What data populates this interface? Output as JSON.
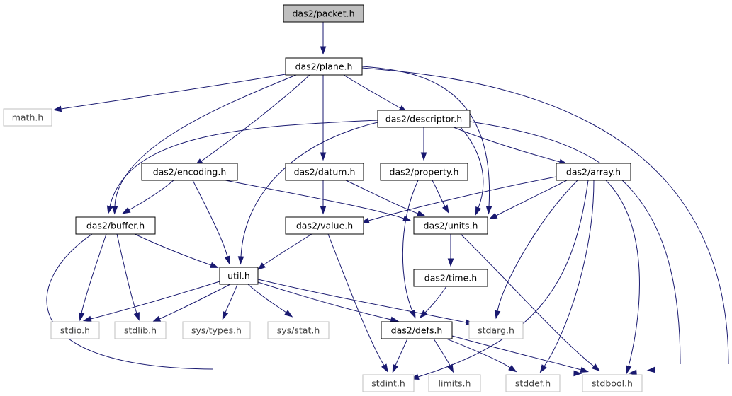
{
  "diagram": {
    "nodes": [
      {
        "id": "packet",
        "label": "das2/packet.h",
        "style": "root"
      },
      {
        "id": "plane",
        "label": "das2/plane.h",
        "style": "internal"
      },
      {
        "id": "math",
        "label": "math.h",
        "style": "external"
      },
      {
        "id": "descriptor",
        "label": "das2/descriptor.h",
        "style": "internal"
      },
      {
        "id": "encoding",
        "label": "das2/encoding.h",
        "style": "internal"
      },
      {
        "id": "datum",
        "label": "das2/datum.h",
        "style": "internal"
      },
      {
        "id": "property",
        "label": "das2/property.h",
        "style": "internal"
      },
      {
        "id": "array",
        "label": "das2/array.h",
        "style": "internal"
      },
      {
        "id": "buffer",
        "label": "das2/buffer.h",
        "style": "internal"
      },
      {
        "id": "value",
        "label": "das2/value.h",
        "style": "internal"
      },
      {
        "id": "units",
        "label": "das2/units.h",
        "style": "internal"
      },
      {
        "id": "util",
        "label": "util.h",
        "style": "internal"
      },
      {
        "id": "time",
        "label": "das2/time.h",
        "style": "internal"
      },
      {
        "id": "stdio",
        "label": "stdio.h",
        "style": "external"
      },
      {
        "id": "stdlib",
        "label": "stdlib.h",
        "style": "external"
      },
      {
        "id": "systypes",
        "label": "sys/types.h",
        "style": "external"
      },
      {
        "id": "sysstat",
        "label": "sys/stat.h",
        "style": "external"
      },
      {
        "id": "defs",
        "label": "das2/defs.h",
        "style": "internal"
      },
      {
        "id": "stdarg",
        "label": "stdarg.h",
        "style": "external"
      },
      {
        "id": "stdint",
        "label": "stdint.h",
        "style": "external"
      },
      {
        "id": "limits",
        "label": "limits.h",
        "style": "external"
      },
      {
        "id": "stddef",
        "label": "stddef.h",
        "style": "external"
      },
      {
        "id": "stdbool",
        "label": "stdbool.h",
        "style": "external"
      }
    ],
    "edges": [
      [
        "packet",
        "plane"
      ],
      [
        "plane",
        "math"
      ],
      [
        "plane",
        "descriptor"
      ],
      [
        "plane",
        "encoding"
      ],
      [
        "plane",
        "datum"
      ],
      [
        "plane",
        "buffer"
      ],
      [
        "plane",
        "units"
      ],
      [
        "plane",
        "stdbool"
      ],
      [
        "descriptor",
        "buffer"
      ],
      [
        "descriptor",
        "util"
      ],
      [
        "descriptor",
        "property"
      ],
      [
        "descriptor",
        "array"
      ],
      [
        "descriptor",
        "units"
      ],
      [
        "descriptor",
        "stdbool"
      ],
      [
        "encoding",
        "buffer"
      ],
      [
        "encoding",
        "util"
      ],
      [
        "encoding",
        "units"
      ],
      [
        "datum",
        "value"
      ],
      [
        "datum",
        "units"
      ],
      [
        "property",
        "units"
      ],
      [
        "property",
        "defs"
      ],
      [
        "array",
        "value"
      ],
      [
        "array",
        "units"
      ],
      [
        "array",
        "stdarg"
      ],
      [
        "array",
        "stdint"
      ],
      [
        "array",
        "stddef"
      ],
      [
        "array",
        "stdbool"
      ],
      [
        "buffer",
        "util"
      ],
      [
        "buffer",
        "stdio"
      ],
      [
        "buffer",
        "stdlib"
      ],
      [
        "buffer",
        "stdbool"
      ],
      [
        "value",
        "util"
      ],
      [
        "value",
        "stdint"
      ],
      [
        "units",
        "time"
      ],
      [
        "units",
        "stdbool"
      ],
      [
        "time",
        "defs"
      ],
      [
        "util",
        "stdio"
      ],
      [
        "util",
        "stdlib"
      ],
      [
        "util",
        "systypes"
      ],
      [
        "util",
        "sysstat"
      ],
      [
        "util",
        "defs"
      ],
      [
        "util",
        "stdarg"
      ],
      [
        "defs",
        "stdint"
      ],
      [
        "defs",
        "limits"
      ],
      [
        "defs",
        "stddef"
      ],
      [
        "defs",
        "stdbool"
      ]
    ],
    "colors": {
      "edge": "#191970",
      "root_fill": "#bfbfbf",
      "internal_border": "#000000",
      "external_border": "#bfbfbf",
      "internal_text": "#000000",
      "external_text": "#3f3f3f"
    }
  }
}
